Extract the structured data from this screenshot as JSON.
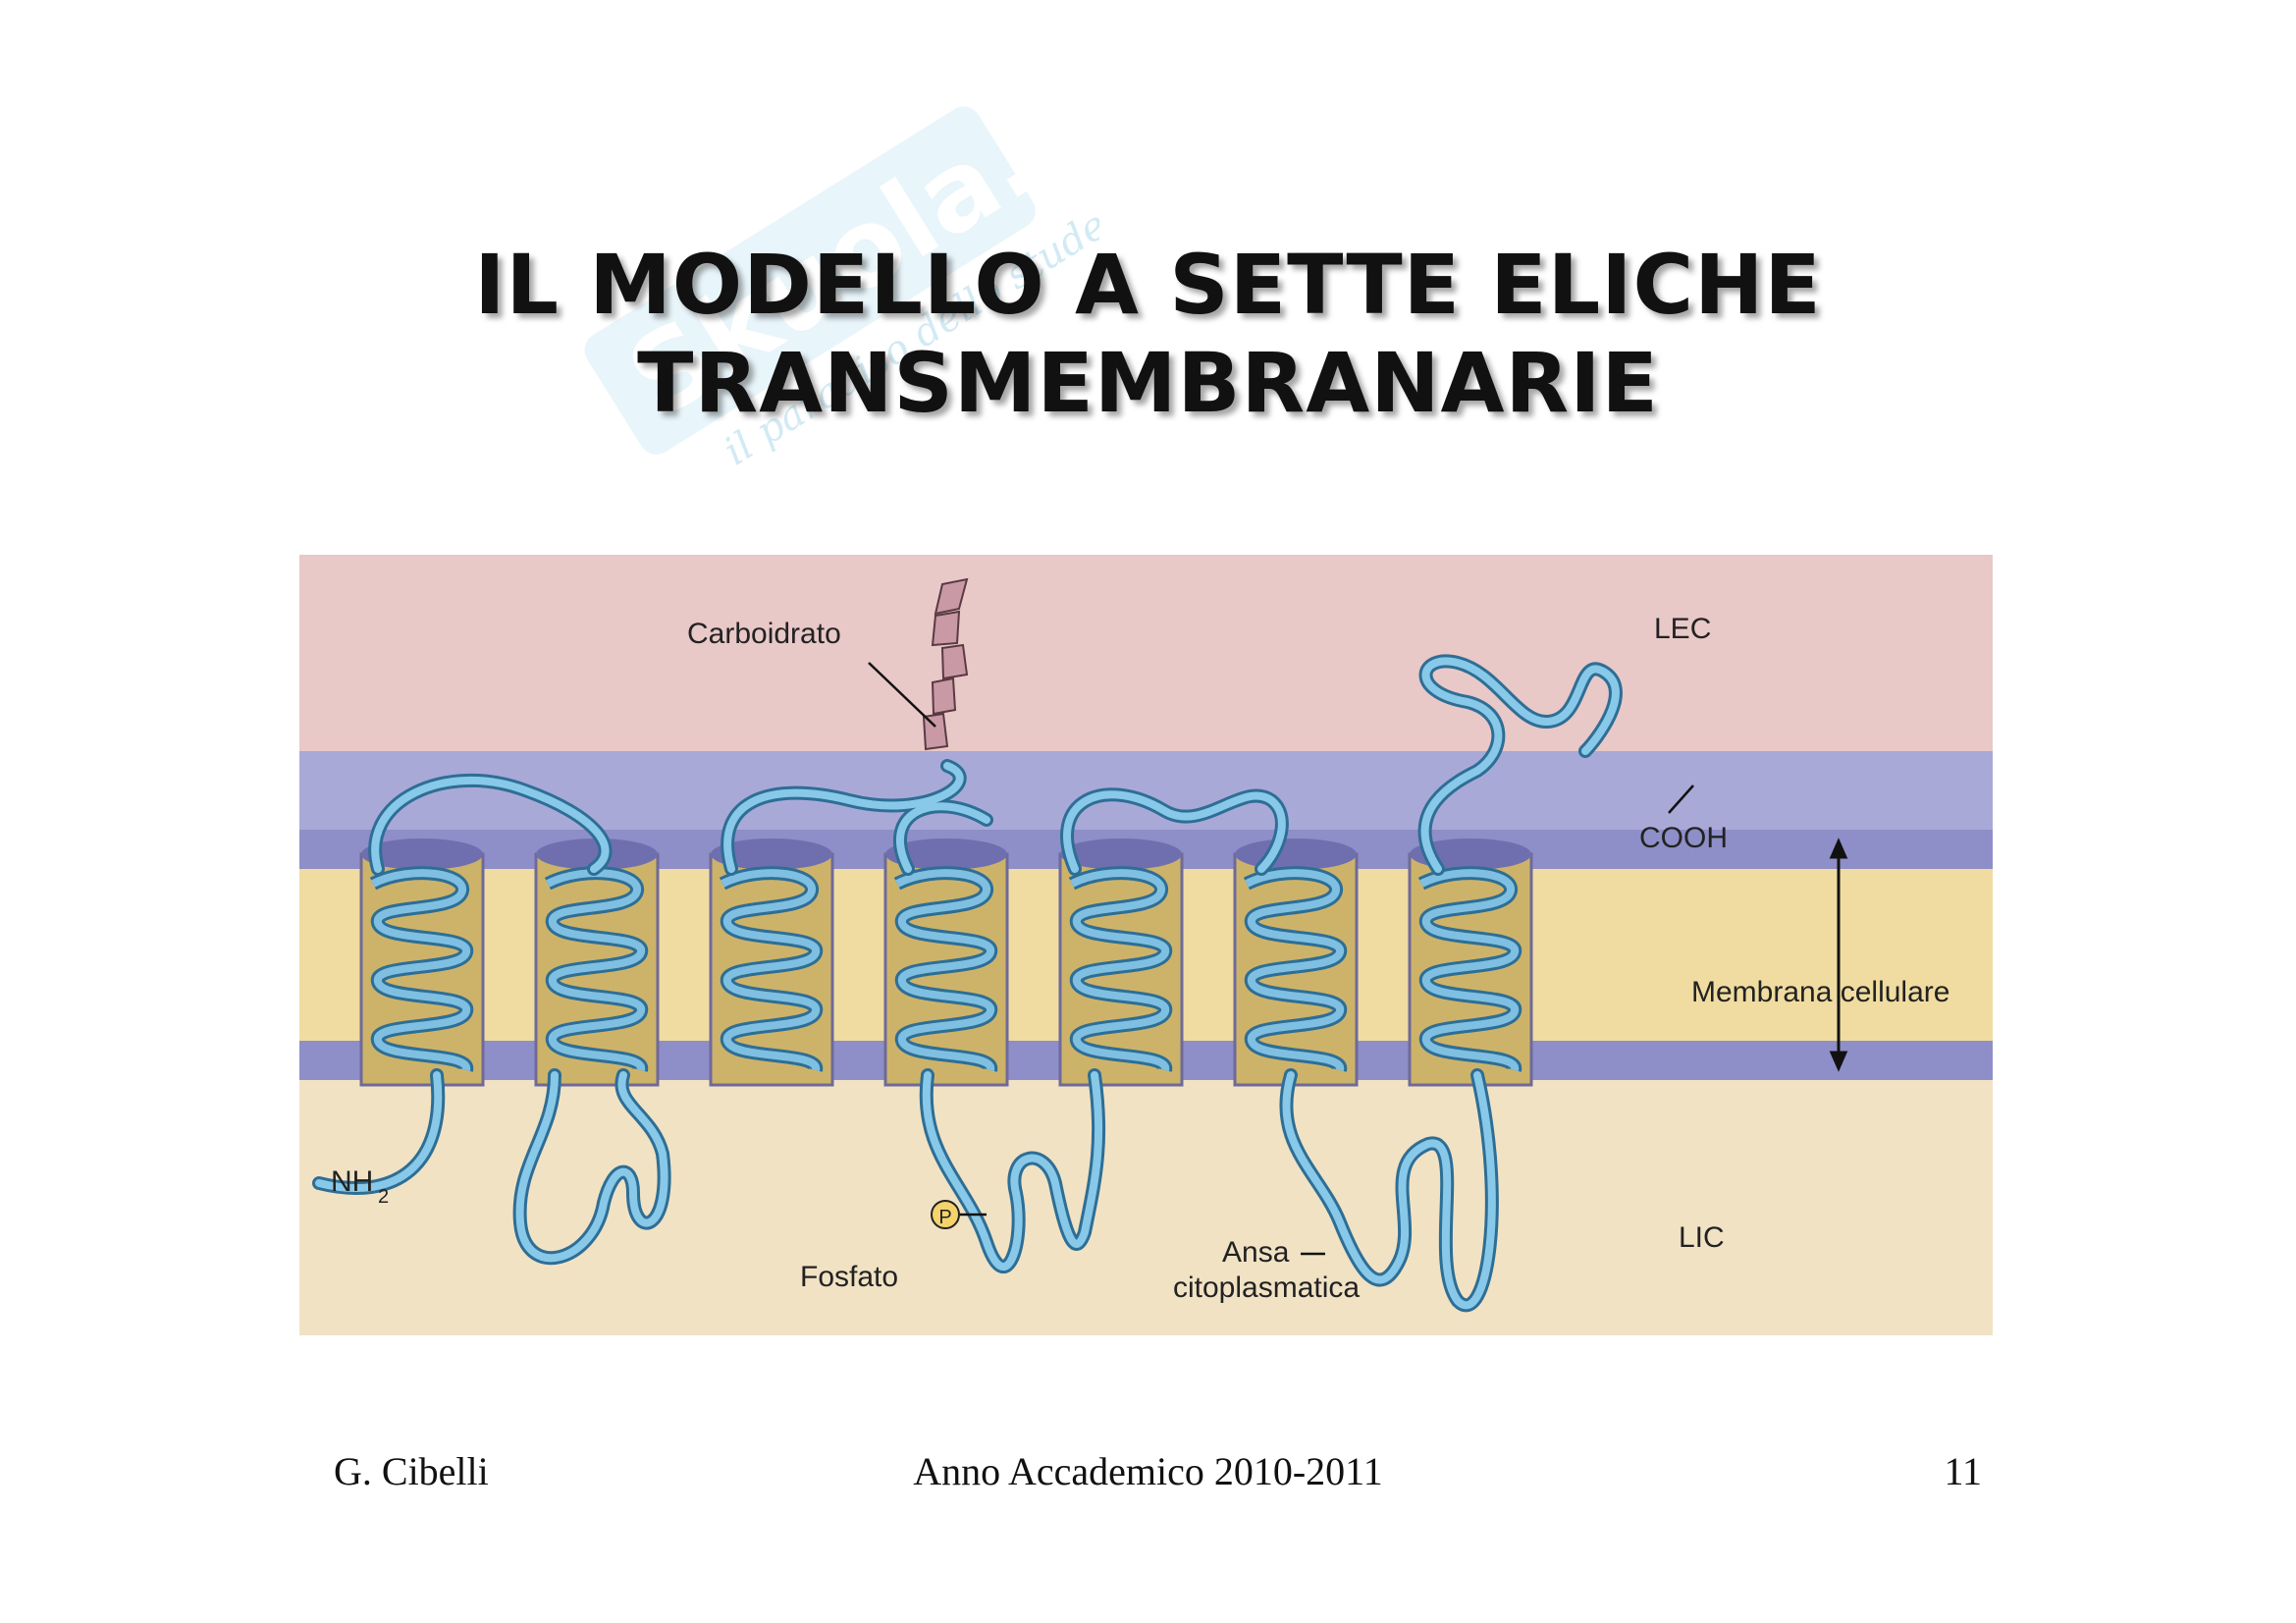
{
  "slide": {
    "title_line1": "IL MODELLO A SETTE ELICHE",
    "title_line2": "TRANSMEMBRANARIE"
  },
  "watermark": {
    "brand": "Skuola.net",
    "tagline": "il paradiso dello studente",
    "color": "#7fc4e0"
  },
  "figure": {
    "labels": {
      "carboidrato": "Carboidrato",
      "lec": "LEC",
      "cooh": "COOH",
      "membrana": "Membrana cellulare",
      "nh2_main": "NH",
      "nh2_sub": "2",
      "fosfato_symbol": "P",
      "fosfato": "Fosfato",
      "ansa_line1": "Ansa",
      "ansa_line2": "citoplasmatica",
      "lic": "LIC"
    },
    "colors": {
      "extracellular": "#e9c8c8",
      "intracellular": "#f1e2c4",
      "membrane_head": "#8e8ec8",
      "membrane_core": "#f0dca0",
      "helix_cylinder": "#cdb36a",
      "protein": "#6fb2d6",
      "carbohydrate": "#c99aa6"
    },
    "helix_count": 7
  },
  "footer": {
    "author": "G. Cibelli",
    "academic_year": "Anno Accademico 2010-2011",
    "page_number": "11"
  }
}
